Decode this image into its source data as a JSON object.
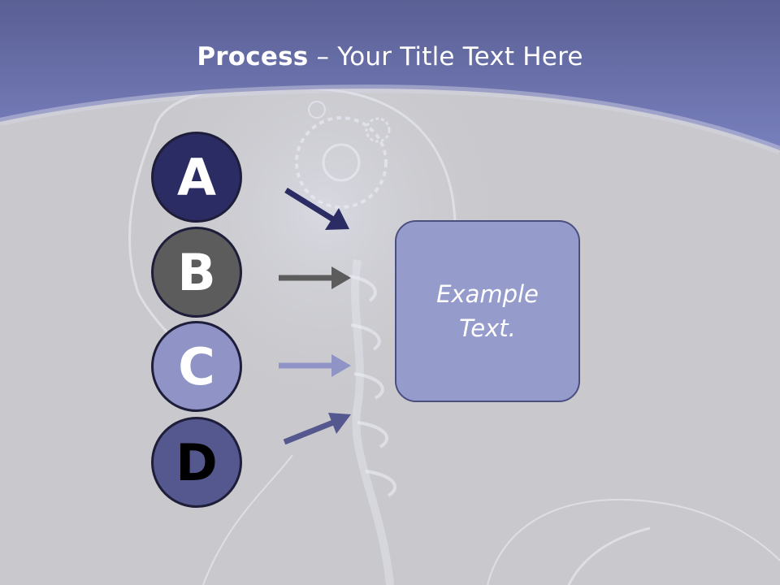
{
  "title": {
    "bold": "Process",
    "rest": " – Your Title Text Here"
  },
  "steps": [
    {
      "letter": "A"
    },
    {
      "letter": "B"
    },
    {
      "letter": "C"
    },
    {
      "letter": "D"
    }
  ],
  "target_box": {
    "text": "Example Text."
  },
  "colors": {
    "header": "#6f78b5",
    "background": "#c9c9cd",
    "step_a": "#2c2c64",
    "step_b": "#5c5c5c",
    "step_c": "#8f93c6",
    "step_d": "#55588f",
    "box_fill": "#959bcb"
  }
}
